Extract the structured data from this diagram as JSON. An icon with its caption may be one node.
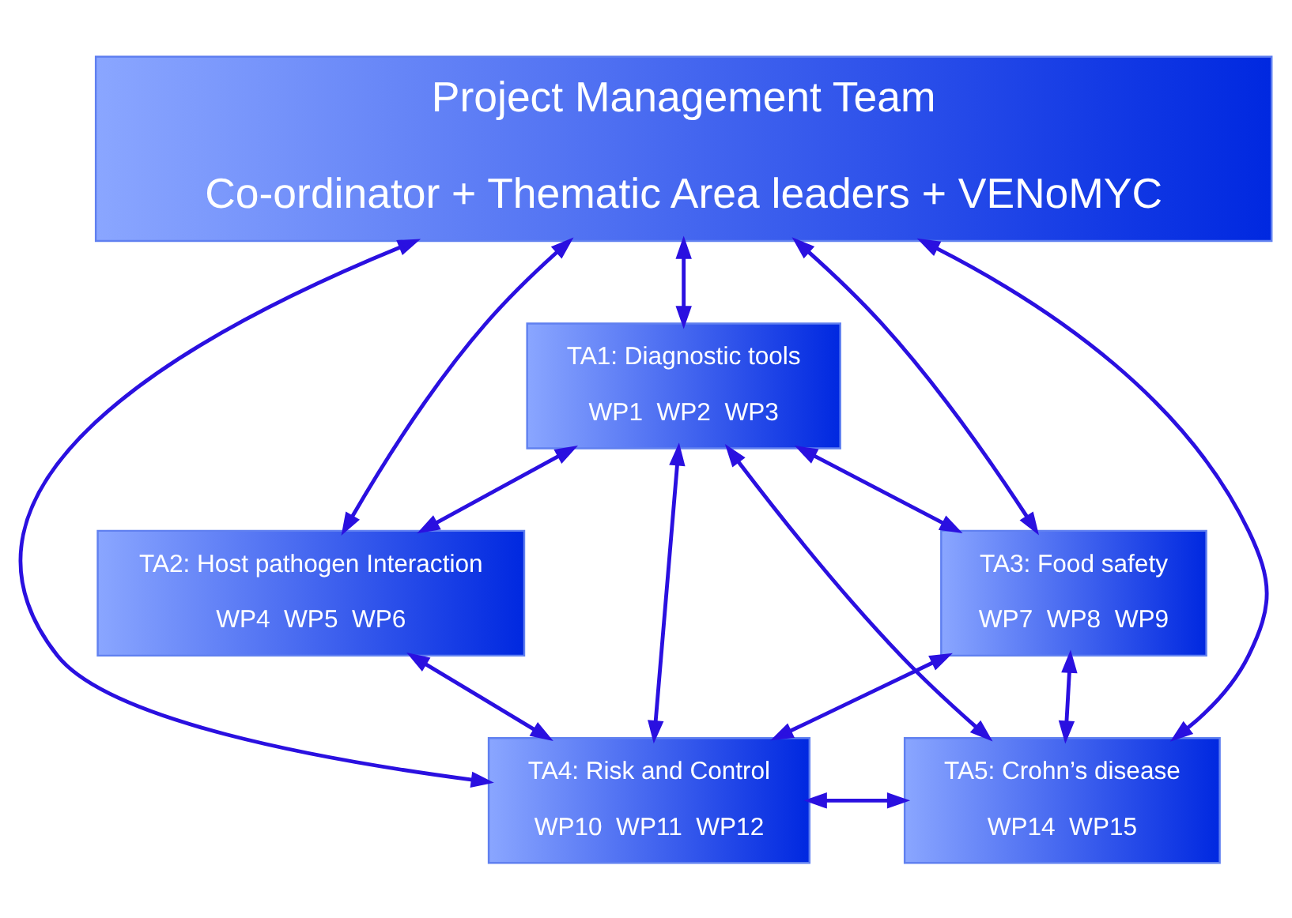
{
  "diagram": {
    "nodes": [
      {
        "text": [
          "Project Management Team",
          "Co-ordinator + Thematic Area leaders + VENoMYC"
        ]
      },
      {
        "text": [
          "TA1: Diagnostic tools",
          "WP1  WP2  WP3"
        ]
      },
      {
        "text": [
          "TA2: Host pathogen Interaction",
          "WP4  WP5  WP6"
        ]
      },
      {
        "text": [
          "TA3: Food safety",
          "WP7  WP8  WP9"
        ]
      },
      {
        "text": [
          "TA4: Risk and Control",
          "WP10  WP11  WP12"
        ]
      },
      {
        "text": [
          "TA5: Crohn’s disease",
          "WP14  WP15"
        ]
      }
    ],
    "edges": [
      {
        "from": 0,
        "to": 4,
        "arrow": "both"
      },
      {
        "from": 0,
        "to": 2,
        "arrow": "both"
      },
      {
        "from": 0,
        "to": 1,
        "arrow": "both"
      },
      {
        "from": 0,
        "to": 3,
        "arrow": "both"
      },
      {
        "from": 0,
        "to": 5,
        "arrow": "both"
      },
      {
        "from": 1,
        "to": 2,
        "arrow": "both"
      },
      {
        "from": 1,
        "to": 3,
        "arrow": "both"
      },
      {
        "from": 2,
        "to": 4,
        "arrow": "both"
      },
      {
        "from": 3,
        "to": 4,
        "arrow": "both"
      },
      {
        "from": 3,
        "to": 5,
        "arrow": "both"
      },
      {
        "from": 4,
        "to": 1,
        "arrow": "both"
      },
      {
        "from": 5,
        "to": 1,
        "arrow": "both"
      },
      {
        "from": 4,
        "to": 5,
        "arrow": "both"
      }
    ]
  }
}
